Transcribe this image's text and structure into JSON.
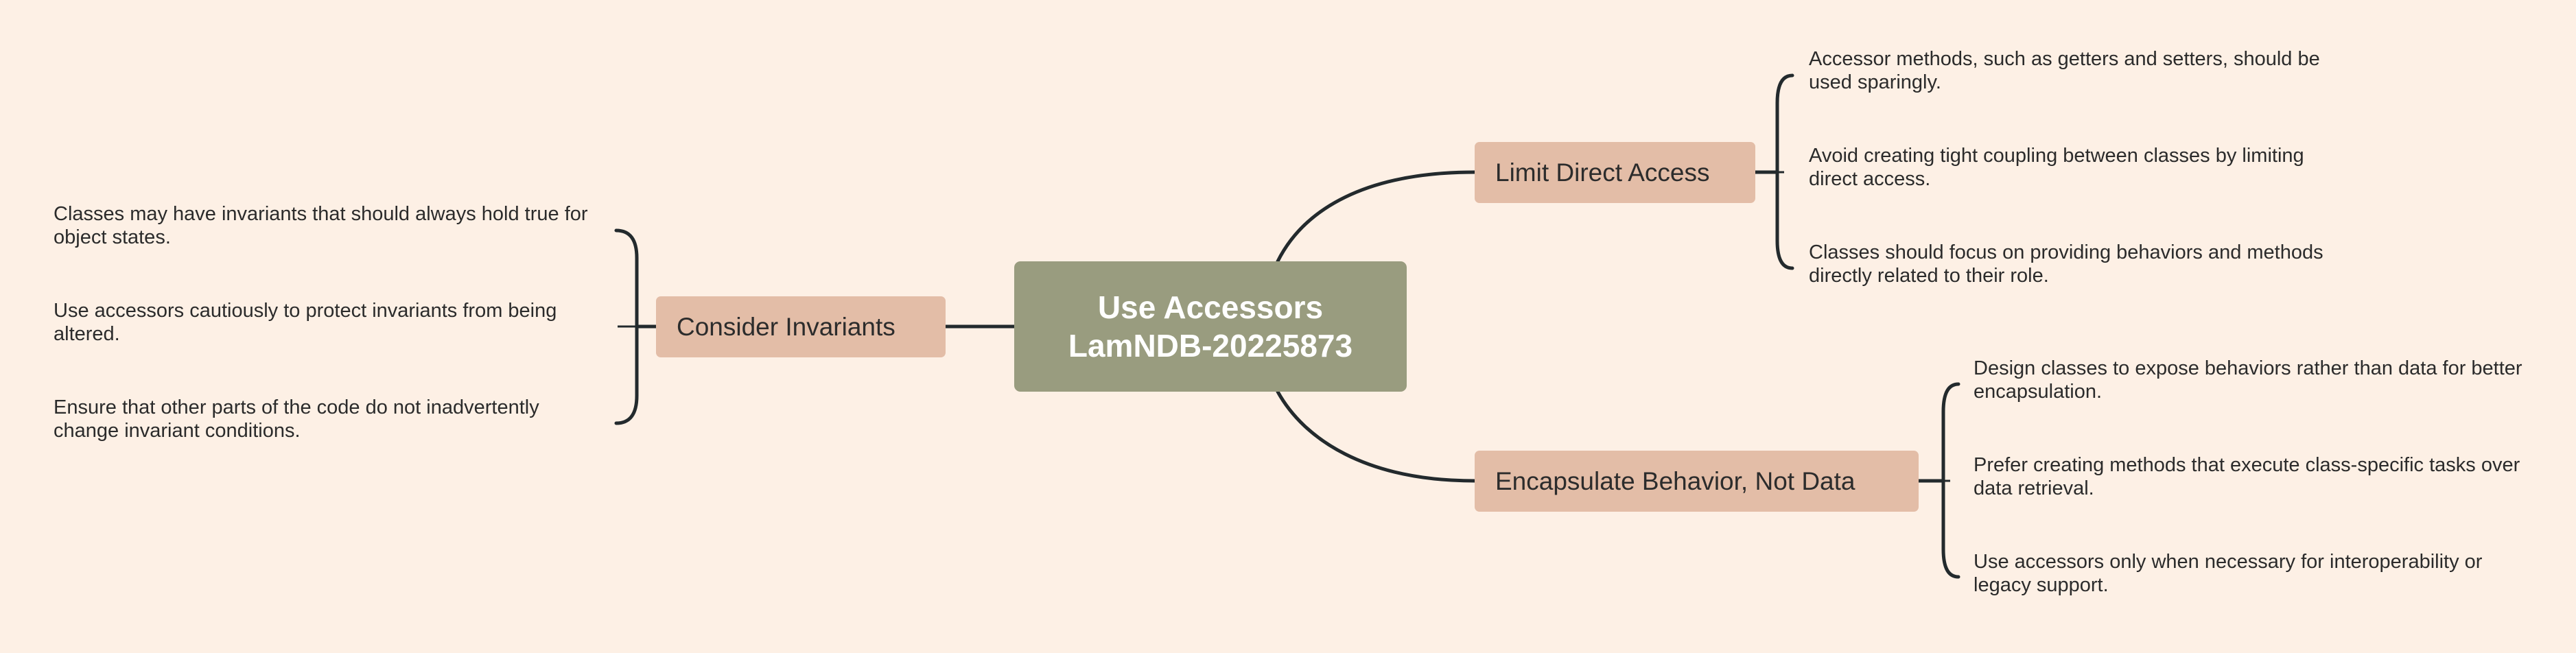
{
  "central": {
    "title_line1": "Use Accessors",
    "title_line2": "LamNDB-20225873"
  },
  "branches": {
    "limit_direct_access": {
      "label": "Limit Direct Access",
      "leaves": [
        "Accessor methods, such as getters and setters, should be used sparingly.",
        "Avoid creating tight coupling between classes by limiting direct access.",
        "Classes should focus on providing behaviors and methods directly related to their role."
      ]
    },
    "encapsulate_behavior": {
      "label": "Encapsulate Behavior, Not Data",
      "leaves": [
        "Design classes to expose behaviors rather than data for better encapsulation.",
        "Prefer creating methods that execute class-specific tasks over data retrieval.",
        "Use accessors only when necessary for interoperability or legacy support."
      ]
    },
    "consider_invariants": {
      "label": "Consider Invariants",
      "leaves": [
        "Classes may have invariants that should always hold true for object states.",
        "Use accessors cautiously to protect invariants from being altered.",
        "Ensure that other parts of the code do not inadvertently change invariant conditions."
      ]
    }
  },
  "colors": {
    "background": "#fdf0e5",
    "central_fill": "#999c7f",
    "branch_fill": "#e3bda7",
    "line": "#232a2d"
  }
}
